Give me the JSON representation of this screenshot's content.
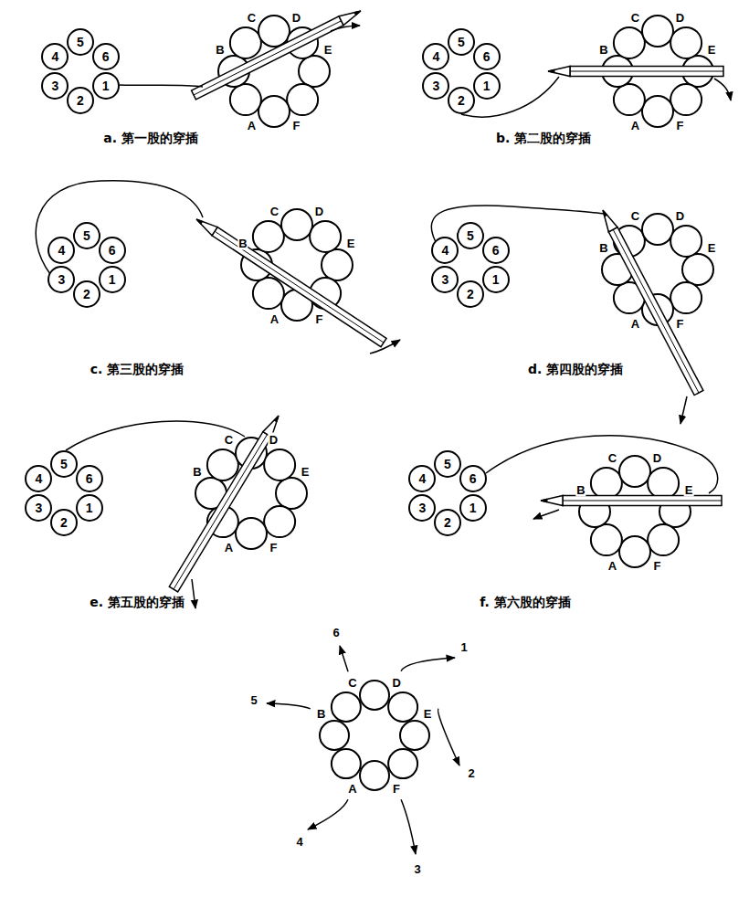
{
  "diagram": {
    "nodes": [
      {
        "text": [
          "5"
        ]
      },
      {
        "text": [
          "4"
        ]
      },
      {
        "text": [
          "6"
        ]
      },
      {
        "text": [
          "3"
        ]
      },
      {
        "text": [
          "1"
        ]
      },
      {
        "text": [
          "2"
        ]
      },
      {
        "text": [
          "5"
        ]
      },
      {
        "text": [
          "4"
        ]
      },
      {
        "text": [
          "6"
        ]
      },
      {
        "text": [
          "3"
        ]
      },
      {
        "text": [
          "1"
        ]
      },
      {
        "text": [
          "2"
        ]
      },
      {
        "text": [
          "5"
        ]
      },
      {
        "text": [
          "4"
        ]
      },
      {
        "text": [
          "6"
        ]
      },
      {
        "text": [
          "3"
        ]
      },
      {
        "text": [
          "1"
        ]
      },
      {
        "text": [
          "2"
        ]
      },
      {
        "text": [
          "5"
        ]
      },
      {
        "text": [
          "4"
        ]
      },
      {
        "text": [
          "6"
        ]
      },
      {
        "text": [
          "3"
        ]
      },
      {
        "text": [
          "1"
        ]
      },
      {
        "text": [
          "2"
        ]
      },
      {
        "text": [
          "5"
        ]
      },
      {
        "text": [
          "4"
        ]
      },
      {
        "text": [
          "6"
        ]
      },
      {
        "text": [
          "3"
        ]
      },
      {
        "text": [
          "1"
        ]
      },
      {
        "text": [
          "2"
        ]
      },
      {
        "text": [
          "5"
        ]
      },
      {
        "text": [
          "4"
        ]
      },
      {
        "text": [
          "6"
        ]
      },
      {
        "text": [
          "3"
        ]
      },
      {
        "text": [
          "1"
        ]
      },
      {
        "text": [
          "2"
        ]
      }
    ],
    "labels": [
      "a. 第一股的穿插",
      "C",
      "D",
      "B",
      "E",
      "A",
      "F",
      "b. 第二股的穿插",
      "C",
      "D",
      "B",
      "E",
      "A",
      "F",
      "c. 第三股的穿插",
      "C",
      "D",
      "B",
      "E",
      "A",
      "F",
      "d. 第四股的穿插",
      "C",
      "D",
      "B",
      "E",
      "A",
      "F",
      "e. 第五股的穿插",
      "C",
      "D",
      "B",
      "E",
      "A",
      "F",
      "f. 第六股的穿插",
      "C",
      "D",
      "B",
      "E",
      "A",
      "F",
      "C",
      "D",
      "B",
      "E",
      "A",
      "F",
      "6",
      "1",
      "5",
      "2",
      "4",
      "3"
    ]
  }
}
